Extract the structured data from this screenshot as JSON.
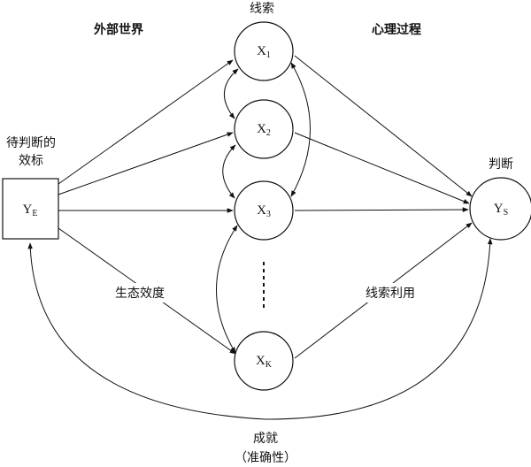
{
  "headers": {
    "left": "外部世界",
    "center": "线索",
    "right": "心理过程"
  },
  "nodes": {
    "ye": {
      "main": "Y",
      "sub": "E"
    },
    "x1": {
      "main": "X",
      "sub": "1"
    },
    "x2": {
      "main": "X",
      "sub": "2"
    },
    "x3": {
      "main": "X",
      "sub": "3"
    },
    "xk": {
      "main": "X",
      "sub": "K"
    },
    "ys": {
      "main": "Y",
      "sub": "S"
    }
  },
  "labels": {
    "criterion_line1": "待判断的",
    "criterion_line2": "效标",
    "judgment": "判断",
    "ecological_validity": "生态效度",
    "cue_utilization": "线索利用",
    "achievement_line1": "成就",
    "achievement_line2": "（准确性）"
  },
  "colors": {
    "stroke": "#111111",
    "background": "#ffffff"
  }
}
